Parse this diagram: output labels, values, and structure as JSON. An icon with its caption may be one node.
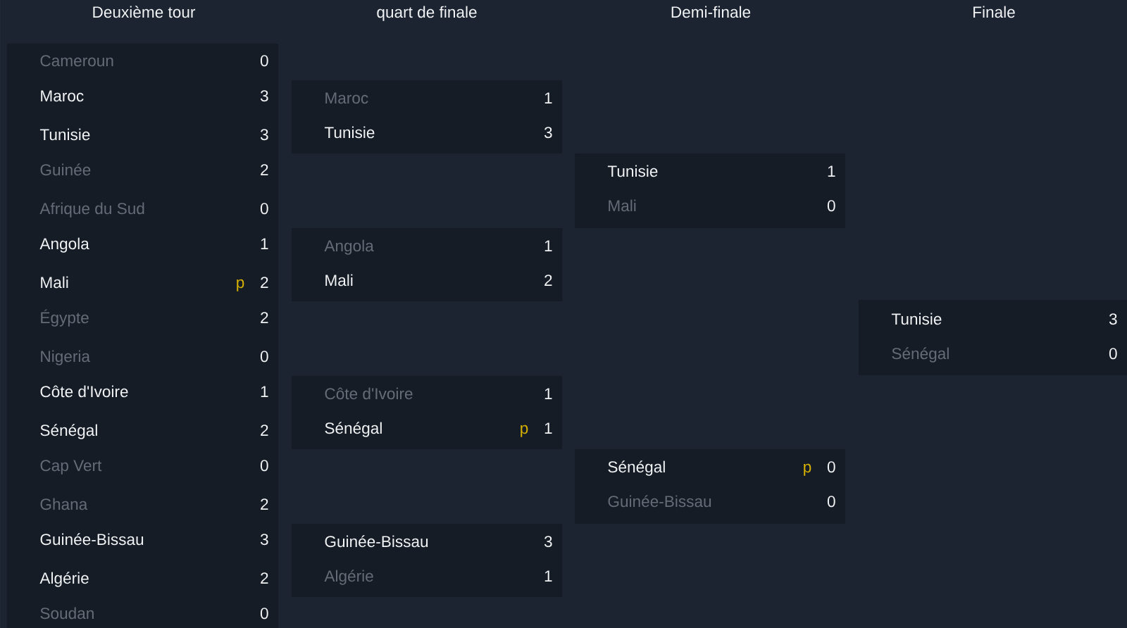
{
  "diagram": {
    "nodes": [
      {
        "text": [],
        "shape": "box"
      },
      {
        "text": [
          "Cameroun",
          "0"
        ],
        "in": 0
      },
      {
        "text": [
          "Maroc",
          "3"
        ],
        "in": 0
      },
      {
        "text": [
          "Tunisie",
          "3"
        ],
        "in": 0
      },
      {
        "text": [
          "Guinée",
          "2"
        ],
        "in": 0
      },
      {
        "text": [
          "Afrique du Sud",
          "0"
        ],
        "in": 0
      },
      {
        "text": [
          "Angola",
          "1"
        ],
        "in": 0
      },
      {
        "text": [
          "Mali",
          "p",
          "2"
        ],
        "in": 0
      },
      {
        "text": [
          "Égypte",
          "2"
        ],
        "in": 0
      },
      {
        "text": [
          "Nigeria",
          "0"
        ],
        "in": 0
      },
      {
        "text": [
          "Côte d'Ivoire",
          "1"
        ],
        "in": 0
      },
      {
        "text": [
          "Sénégal",
          "2"
        ],
        "in": 0
      },
      {
        "text": [
          "Cap Vert",
          "0"
        ],
        "in": 0
      },
      {
        "text": [
          "Ghana",
          "2"
        ],
        "in": 0
      },
      {
        "text": [
          "Guinée-Bissau",
          "3"
        ],
        "in": 0
      },
      {
        "text": [
          "Algérie",
          "2"
        ],
        "in": 0
      },
      {
        "text": [
          "Soudan",
          "0"
        ],
        "in": 0
      },
      {
        "text": [],
        "shape": "box"
      },
      {
        "text": [
          "Maroc",
          "1"
        ],
        "in": 17
      },
      {
        "text": [
          "Tunisie",
          "3"
        ],
        "in": 17
      },
      {
        "text": [],
        "shape": "box"
      },
      {
        "text": [
          "Angola",
          "1"
        ],
        "in": 20
      },
      {
        "text": [
          "Mali",
          "2"
        ],
        "in": 20
      },
      {
        "text": [],
        "shape": "box"
      },
      {
        "text": [
          "Côte d'Ivoire",
          "1"
        ],
        "in": 23
      },
      {
        "text": [
          "Sénégal",
          "p",
          "1"
        ],
        "in": 23
      },
      {
        "text": [],
        "shape": "box"
      },
      {
        "text": [
          "Guinée-Bissau",
          "3"
        ],
        "in": 26
      },
      {
        "text": [
          "Algérie",
          "1"
        ],
        "in": 26
      },
      {
        "text": [],
        "shape": "box"
      },
      {
        "text": [
          "Tunisie",
          "1"
        ],
        "in": 29
      },
      {
        "text": [
          "Mali",
          "0"
        ],
        "in": 29
      },
      {
        "text": [],
        "shape": "box"
      },
      {
        "text": [
          "Sénégal",
          "p",
          "0"
        ],
        "in": 32
      },
      {
        "text": [
          "Guinée-Bissau",
          "0"
        ],
        "in": 32
      },
      {
        "text": [],
        "shape": "box"
      },
      {
        "text": [
          "Tunisie",
          "3"
        ],
        "in": 35
      },
      {
        "text": [
          "Sénégal",
          "0"
        ],
        "in": 35
      }
    ],
    "labels": [
      "Deuxième tour",
      "quart de finale",
      "Demi-finale",
      "Finale"
    ]
  }
}
